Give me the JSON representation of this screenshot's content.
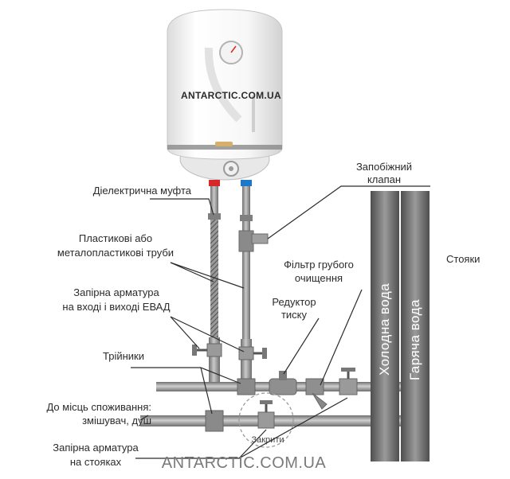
{
  "watermark_top": "ANTARCTIC.COM.UA",
  "watermark_bottom": "ANTARCTIC.COM.UA",
  "labels": {
    "dielectric_coupling": "Діелектрична муфта",
    "plastic_pipes_line1": "Пластикові або",
    "plastic_pipes_line2": "металопластикові труби",
    "shutoff_heater_line1": "Запірна арматура",
    "shutoff_heater_line2": "на вході і виході ЕВАД",
    "tees": "Трійники",
    "consumers_line1": "До місць споживання:",
    "consumers_line2": "змішувач, душ",
    "shutoff_risers_line1": "Запірна арматура",
    "shutoff_risers_line2": "на стояках",
    "safety_valve_line1": "Запобіжний",
    "safety_valve_line2": "клапан",
    "coarse_filter_line1": "Фільтр грубого",
    "coarse_filter_line2": "очищення",
    "pressure_reducer_line1": "Редуктор",
    "pressure_reducer_line2": "тиску",
    "risers": "Стояки",
    "closed": "Закрити",
    "cold_water": "Холодна вода",
    "hot_water": "Гаряча вода"
  },
  "colors": {
    "hot_marker": "#d62828",
    "cold_marker": "#1f77c9",
    "pipe": "#8d8d8d",
    "riser": "#7b7b7b"
  }
}
